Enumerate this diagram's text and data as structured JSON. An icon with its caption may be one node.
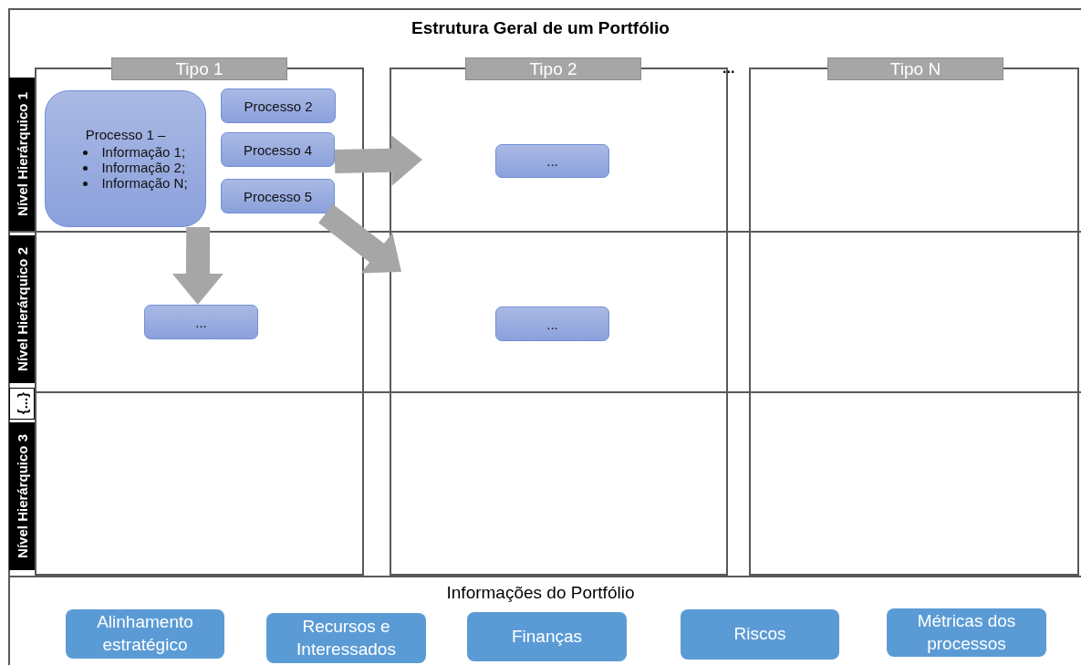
{
  "diagram": {
    "title": "Estrutura Geral de um Portfólio",
    "nodes": [
      {
        "text": [
          "Tipo 1"
        ]
      },
      {
        "text": [
          "Tipo 2"
        ]
      },
      {
        "text": [
          "Tipo N"
        ]
      },
      {
        "text": [
          "Nível Hierárquico 1"
        ]
      },
      {
        "text": [
          "Nível Hierárquico 2"
        ]
      },
      {
        "text": [
          "{...}"
        ]
      },
      {
        "text": [
          "Nível Hierárquico 3"
        ]
      },
      {
        "text": [
          "Processo 1 –",
          "Informação 1;",
          "Informação 2;",
          "Informação N;"
        ],
        "in": 0
      },
      {
        "text": [
          "Processo 2"
        ],
        "in": 0
      },
      {
        "text": [
          "Processo 4"
        ],
        "in": 0
      },
      {
        "text": [
          "Processo 5"
        ],
        "in": 0
      },
      {
        "text": [
          "..."
        ],
        "in": 0
      },
      {
        "text": [
          "..."
        ],
        "in": 1
      },
      {
        "text": [
          "..."
        ],
        "in": 1
      },
      {
        "text": [
          "Alinhamento estratégico"
        ]
      },
      {
        "text": [
          "Recursos e Interessados"
        ]
      },
      {
        "text": [
          "Finanças"
        ]
      },
      {
        "text": [
          "Riscos"
        ]
      },
      {
        "text": [
          "Métricas dos processos"
        ]
      }
    ],
    "edges": [
      {
        "from": 7,
        "to": 11,
        "arrow": "to",
        "color": "#a6a6a6"
      },
      {
        "from": 9,
        "to": null,
        "arrow": "to",
        "color": "#a6a6a6"
      },
      {
        "from": 10,
        "to": null,
        "arrow": "to",
        "color": "#a6a6a6"
      }
    ],
    "labels": [
      "...",
      "Informações do Portfólio"
    ]
  }
}
